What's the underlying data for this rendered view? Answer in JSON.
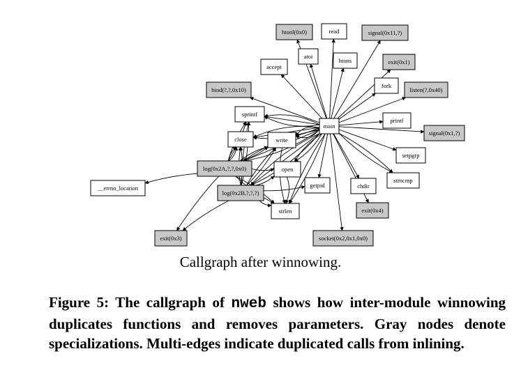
{
  "graph": {
    "gray_color": "#c8c8c8",
    "white_color": "#ffffff",
    "center": "main",
    "nodes": [
      {
        "id": "htonl",
        "label": "htonl(0x0)",
        "gray": true
      },
      {
        "id": "read",
        "label": "read",
        "gray": false
      },
      {
        "id": "signal11",
        "label": "signal(0x11,?)",
        "gray": true
      },
      {
        "id": "atoi",
        "label": "atoi",
        "gray": false
      },
      {
        "id": "htons",
        "label": "htons",
        "gray": false
      },
      {
        "id": "accept",
        "label": "accept",
        "gray": false
      },
      {
        "id": "exit1",
        "label": "exit(0x1)",
        "gray": true
      },
      {
        "id": "fork",
        "label": "fork",
        "gray": false
      },
      {
        "id": "listen",
        "label": "listen(?,0x40)",
        "gray": true
      },
      {
        "id": "bind",
        "label": "bind(?,?,0x10)",
        "gray": true
      },
      {
        "id": "sprintf",
        "label": "sprintf",
        "gray": false
      },
      {
        "id": "printf",
        "label": "printf",
        "gray": false
      },
      {
        "id": "main",
        "label": "main",
        "gray": false
      },
      {
        "id": "signal1",
        "label": "signal(0x1,?)",
        "gray": true
      },
      {
        "id": "close",
        "label": "close",
        "gray": false
      },
      {
        "id": "write",
        "label": "write",
        "gray": false
      },
      {
        "id": "setpgrp",
        "label": "setpgrp",
        "gray": false
      },
      {
        "id": "log2a",
        "label": "log(0x2A,?,?,0x0)",
        "gray": true
      },
      {
        "id": "open",
        "label": "open",
        "gray": false
      },
      {
        "id": "strncmp",
        "label": "strncmp",
        "gray": false
      },
      {
        "id": "errno",
        "label": "__errno_location",
        "gray": false
      },
      {
        "id": "getpid",
        "label": "getpid",
        "gray": false
      },
      {
        "id": "chdir",
        "label": "chdir",
        "gray": false
      },
      {
        "id": "log2b",
        "label": "log(0x2B,?,?,?)",
        "gray": true
      },
      {
        "id": "strlen",
        "label": "strlen",
        "gray": false
      },
      {
        "id": "exit4",
        "label": "exit(0x4)",
        "gray": true
      },
      {
        "id": "exit3",
        "label": "exit(0x3)",
        "gray": true
      },
      {
        "id": "socket",
        "label": "socket(0x2,0x1,0x0)",
        "gray": true
      }
    ]
  },
  "subcaption": "Callgraph after winnowing.",
  "figure_caption": {
    "prefix": "Figure 5: The callgraph of ",
    "code": "nweb",
    "suffix": " shows how inter-module winnowing duplicates functions and removes parameters.  Gray nodes denote specializations.  Multi-edges indicate duplicated calls from inlining."
  }
}
